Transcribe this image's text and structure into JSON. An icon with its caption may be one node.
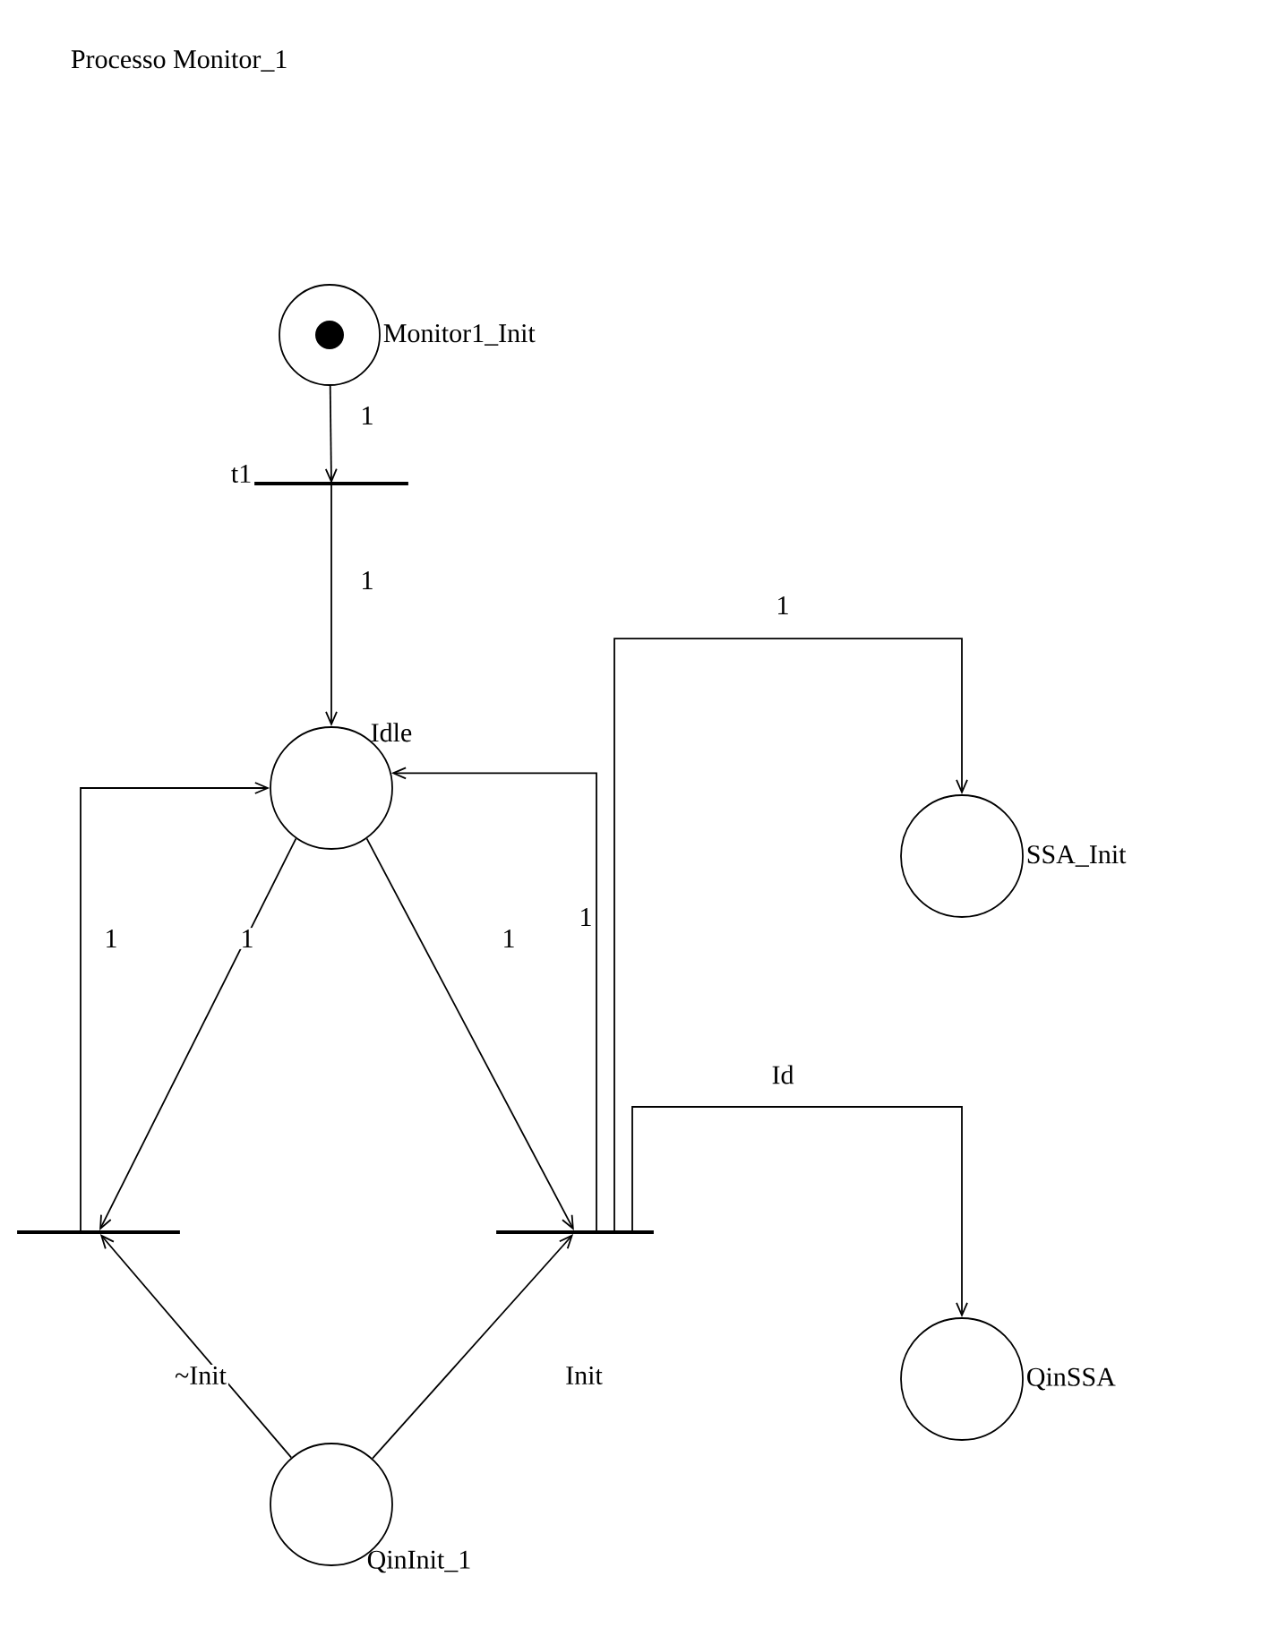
{
  "diagram": {
    "title": "Processo Monitor_1",
    "nodes": [
      {
        "text": [
          "Monitor1_Init"
        ]
      },
      {
        "text": [
          "t1"
        ]
      },
      {
        "text": [
          "Idle"
        ]
      },
      {
        "text": [],
        "shape": "bar"
      },
      {
        "text": [],
        "shape": "bar"
      },
      {
        "text": [
          "SSA_Init"
        ]
      },
      {
        "text": [
          "QinSSA"
        ]
      },
      {
        "text": [
          "QinInit_1"
        ]
      }
    ],
    "edges": [
      {
        "from": 0,
        "to": 1,
        "arrow": "to",
        "label": "1"
      },
      {
        "from": 1,
        "to": 2,
        "arrow": "to",
        "label": "1"
      },
      {
        "from": 2,
        "to": 3,
        "arrow": "to",
        "label": "1"
      },
      {
        "from": 3,
        "to": 2,
        "arrow": "to",
        "label": "1"
      },
      {
        "from": 2,
        "to": 4,
        "arrow": "to",
        "label": "1"
      },
      {
        "from": 4,
        "to": 2,
        "arrow": "to",
        "label": "1"
      },
      {
        "from": 4,
        "to": 5,
        "arrow": "to",
        "label": "1"
      },
      {
        "from": 4,
        "to": 6,
        "arrow": "to",
        "label": "Id"
      },
      {
        "from": 7,
        "to": 3,
        "arrow": "to",
        "label": "~Init"
      },
      {
        "from": 7,
        "to": 4,
        "arrow": "to",
        "label": "Init"
      }
    ]
  }
}
